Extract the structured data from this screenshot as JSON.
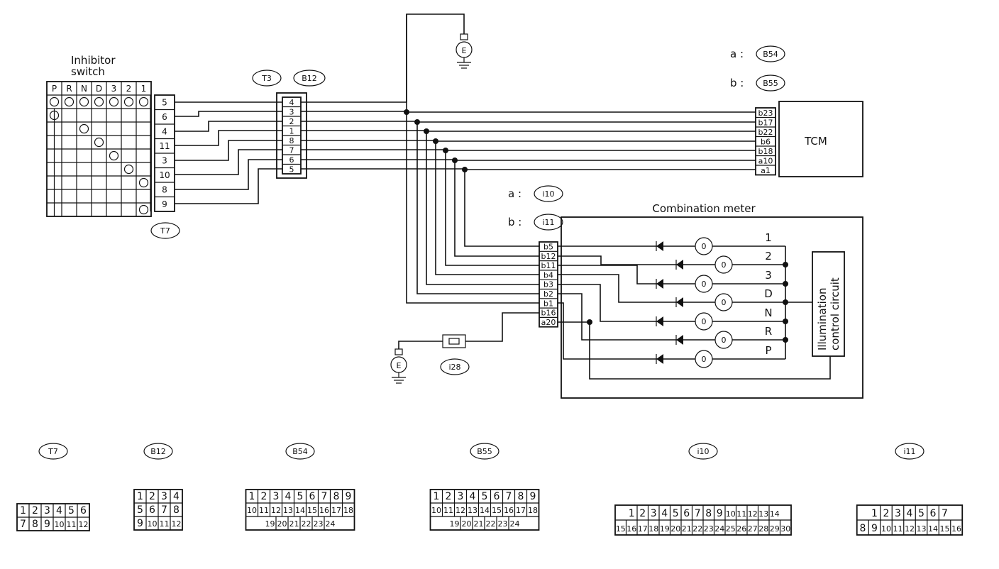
{
  "title_labels": {
    "inhibitor_switch_line1": "Inhibitor",
    "inhibitor_switch_line2": "switch",
    "tcm": "TCM",
    "combination_meter": "Combination meter",
    "illumination_line1": "Illumination",
    "illumination_line2": "control circuit",
    "ground": "E"
  },
  "connector_refs": {
    "t3": "T3",
    "b12": "B12",
    "t7": "T7",
    "i28": "i28"
  },
  "tcm_legend": [
    {
      "prefix": "a :",
      "conn": "B54"
    },
    {
      "prefix": "b :",
      "conn": "B55"
    }
  ],
  "meter_legend": [
    {
      "prefix": "a :",
      "conn": "i10"
    },
    {
      "prefix": "b :",
      "conn": "i11"
    }
  ],
  "inhibitor_positions": [
    "P",
    "R",
    "N",
    "D",
    "3",
    "2",
    "1"
  ],
  "inhibitor_pins": [
    "5",
    "6",
    "4",
    "11",
    "3",
    "10",
    "8",
    "9"
  ],
  "t3_b12_pins": [
    "4",
    "3",
    "2",
    "1",
    "8",
    "7",
    "6",
    "5"
  ],
  "tcm_pins": [
    "b23",
    "b17",
    "b22",
    "b6",
    "b18",
    "a10",
    "a1"
  ],
  "meter_pins": [
    "b5",
    "b12",
    "b11",
    "b4",
    "b3",
    "b2",
    "b1",
    "b16",
    "a20"
  ],
  "meter_indicators": [
    "1",
    "2",
    "3",
    "D",
    "N",
    "R",
    "P"
  ],
  "connector_views": [
    {
      "name": "T7",
      "rows": [
        [
          "1",
          "2",
          "3",
          "4",
          "5",
          "6"
        ],
        [
          "7",
          "8",
          "9",
          "10",
          "11",
          "12"
        ]
      ]
    },
    {
      "name": "B12",
      "rows": [
        [
          "1",
          "2",
          "3",
          "4"
        ],
        [
          "5",
          "6",
          "7",
          "8"
        ],
        [
          "9",
          "10",
          "11",
          "12"
        ]
      ]
    },
    {
      "name": "B54",
      "rows": [
        [
          "1",
          "2",
          "3",
          "4",
          "5",
          "6",
          "7",
          "8",
          "9"
        ],
        [
          "10",
          "11",
          "12",
          "13",
          "14",
          "15",
          "16",
          "17",
          "18"
        ],
        [
          "19",
          "20",
          "21",
          "22",
          "23",
          "24"
        ]
      ]
    },
    {
      "name": "B55",
      "rows": [
        [
          "1",
          "2",
          "3",
          "4",
          "5",
          "6",
          "7",
          "8",
          "9"
        ],
        [
          "10",
          "11",
          "12",
          "13",
          "14",
          "15",
          "16",
          "17",
          "18"
        ],
        [
          "19",
          "20",
          "21",
          "22",
          "23",
          "24"
        ]
      ]
    },
    {
      "name": "i10",
      "rows": [
        [
          "1",
          "2",
          "3",
          "4",
          "5",
          "6",
          "7",
          "8",
          "9",
          "10",
          "11",
          "12",
          "13",
          "14"
        ],
        [
          "15",
          "16",
          "17",
          "18",
          "19",
          "20",
          "21",
          "22",
          "23",
          "24",
          "25",
          "26",
          "27",
          "28",
          "29",
          "30"
        ]
      ]
    },
    {
      "name": "i11",
      "rows": [
        [
          "1",
          "2",
          "3",
          "4",
          "5",
          "6",
          "7"
        ],
        [
          "8",
          "9",
          "10",
          "11",
          "12",
          "13",
          "14",
          "15",
          "16"
        ]
      ]
    }
  ]
}
